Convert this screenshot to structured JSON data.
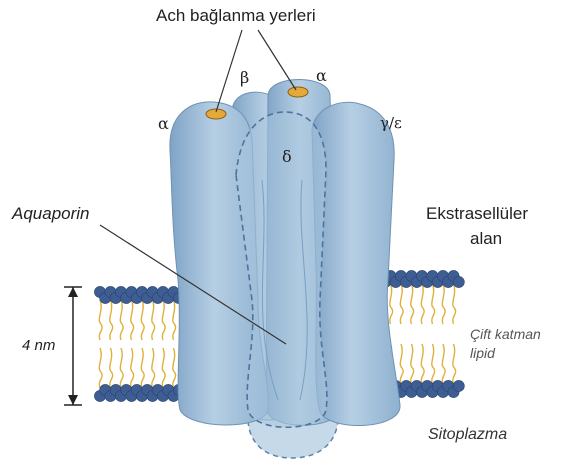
{
  "labels": {
    "binding_sites": "Ach bağlanma yerleri",
    "alpha_left": "α",
    "beta": "β",
    "alpha_right": "α",
    "gamma_epsilon": "γ/ε",
    "delta": "δ",
    "aquaporin": "Aquaporin",
    "extracellular_line1": "Ekstrasellüler",
    "extracellular_line2": "alan",
    "thickness": "4 nm",
    "bilayer_line1": "Çift katman",
    "bilayer_line2": "lipid",
    "cytoplasm": "Sitoplazma"
  },
  "colors": {
    "protein_fill": "#9dbdd8",
    "protein_edge": "#6f93b5",
    "lipid_head": "#3d5d93",
    "lipid_tail": "#e0b13a",
    "binding_site": "#e5a93a",
    "text": "#222222"
  }
}
